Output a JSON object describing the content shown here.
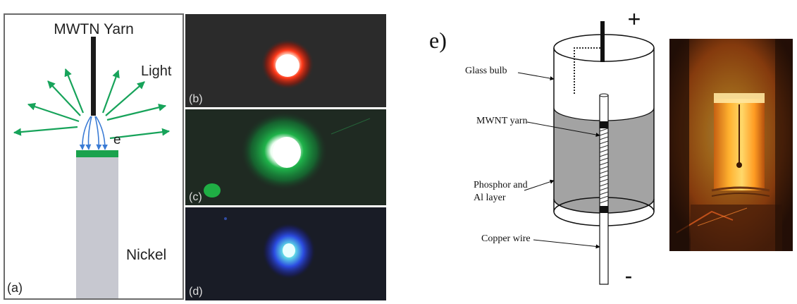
{
  "panel_a": {
    "yarn_label": "MWTN Yarn",
    "light_label": "Light",
    "electron_label": "e",
    "substrate_label": "Nickel",
    "panel_label": "(a)",
    "colors": {
      "arrow": "#17a35a",
      "electron": "#3a7bd5",
      "phosphor": "#1aa24d",
      "nickel": "#c7c8d0"
    }
  },
  "photos": {
    "b": {
      "label": "(b)",
      "glow": "#ff3a1a"
    },
    "c": {
      "label": "(c)",
      "glow": "#1fb34a"
    },
    "d": {
      "label": "(d)",
      "glow": "#2b4be0"
    }
  },
  "panel_e": {
    "panel_label": "e)",
    "plus_label": "+",
    "minus_label": "-",
    "callouts": [
      {
        "lines": [
          "Glass bulb"
        ]
      },
      {
        "lines": [
          "MWNT yarn"
        ]
      },
      {
        "lines": [
          "Phosphor and",
          "Al layer"
        ]
      },
      {
        "lines": [
          "Copper wire"
        ]
      }
    ],
    "colors": {
      "phosphor_layer": "#a3a3a3"
    }
  }
}
